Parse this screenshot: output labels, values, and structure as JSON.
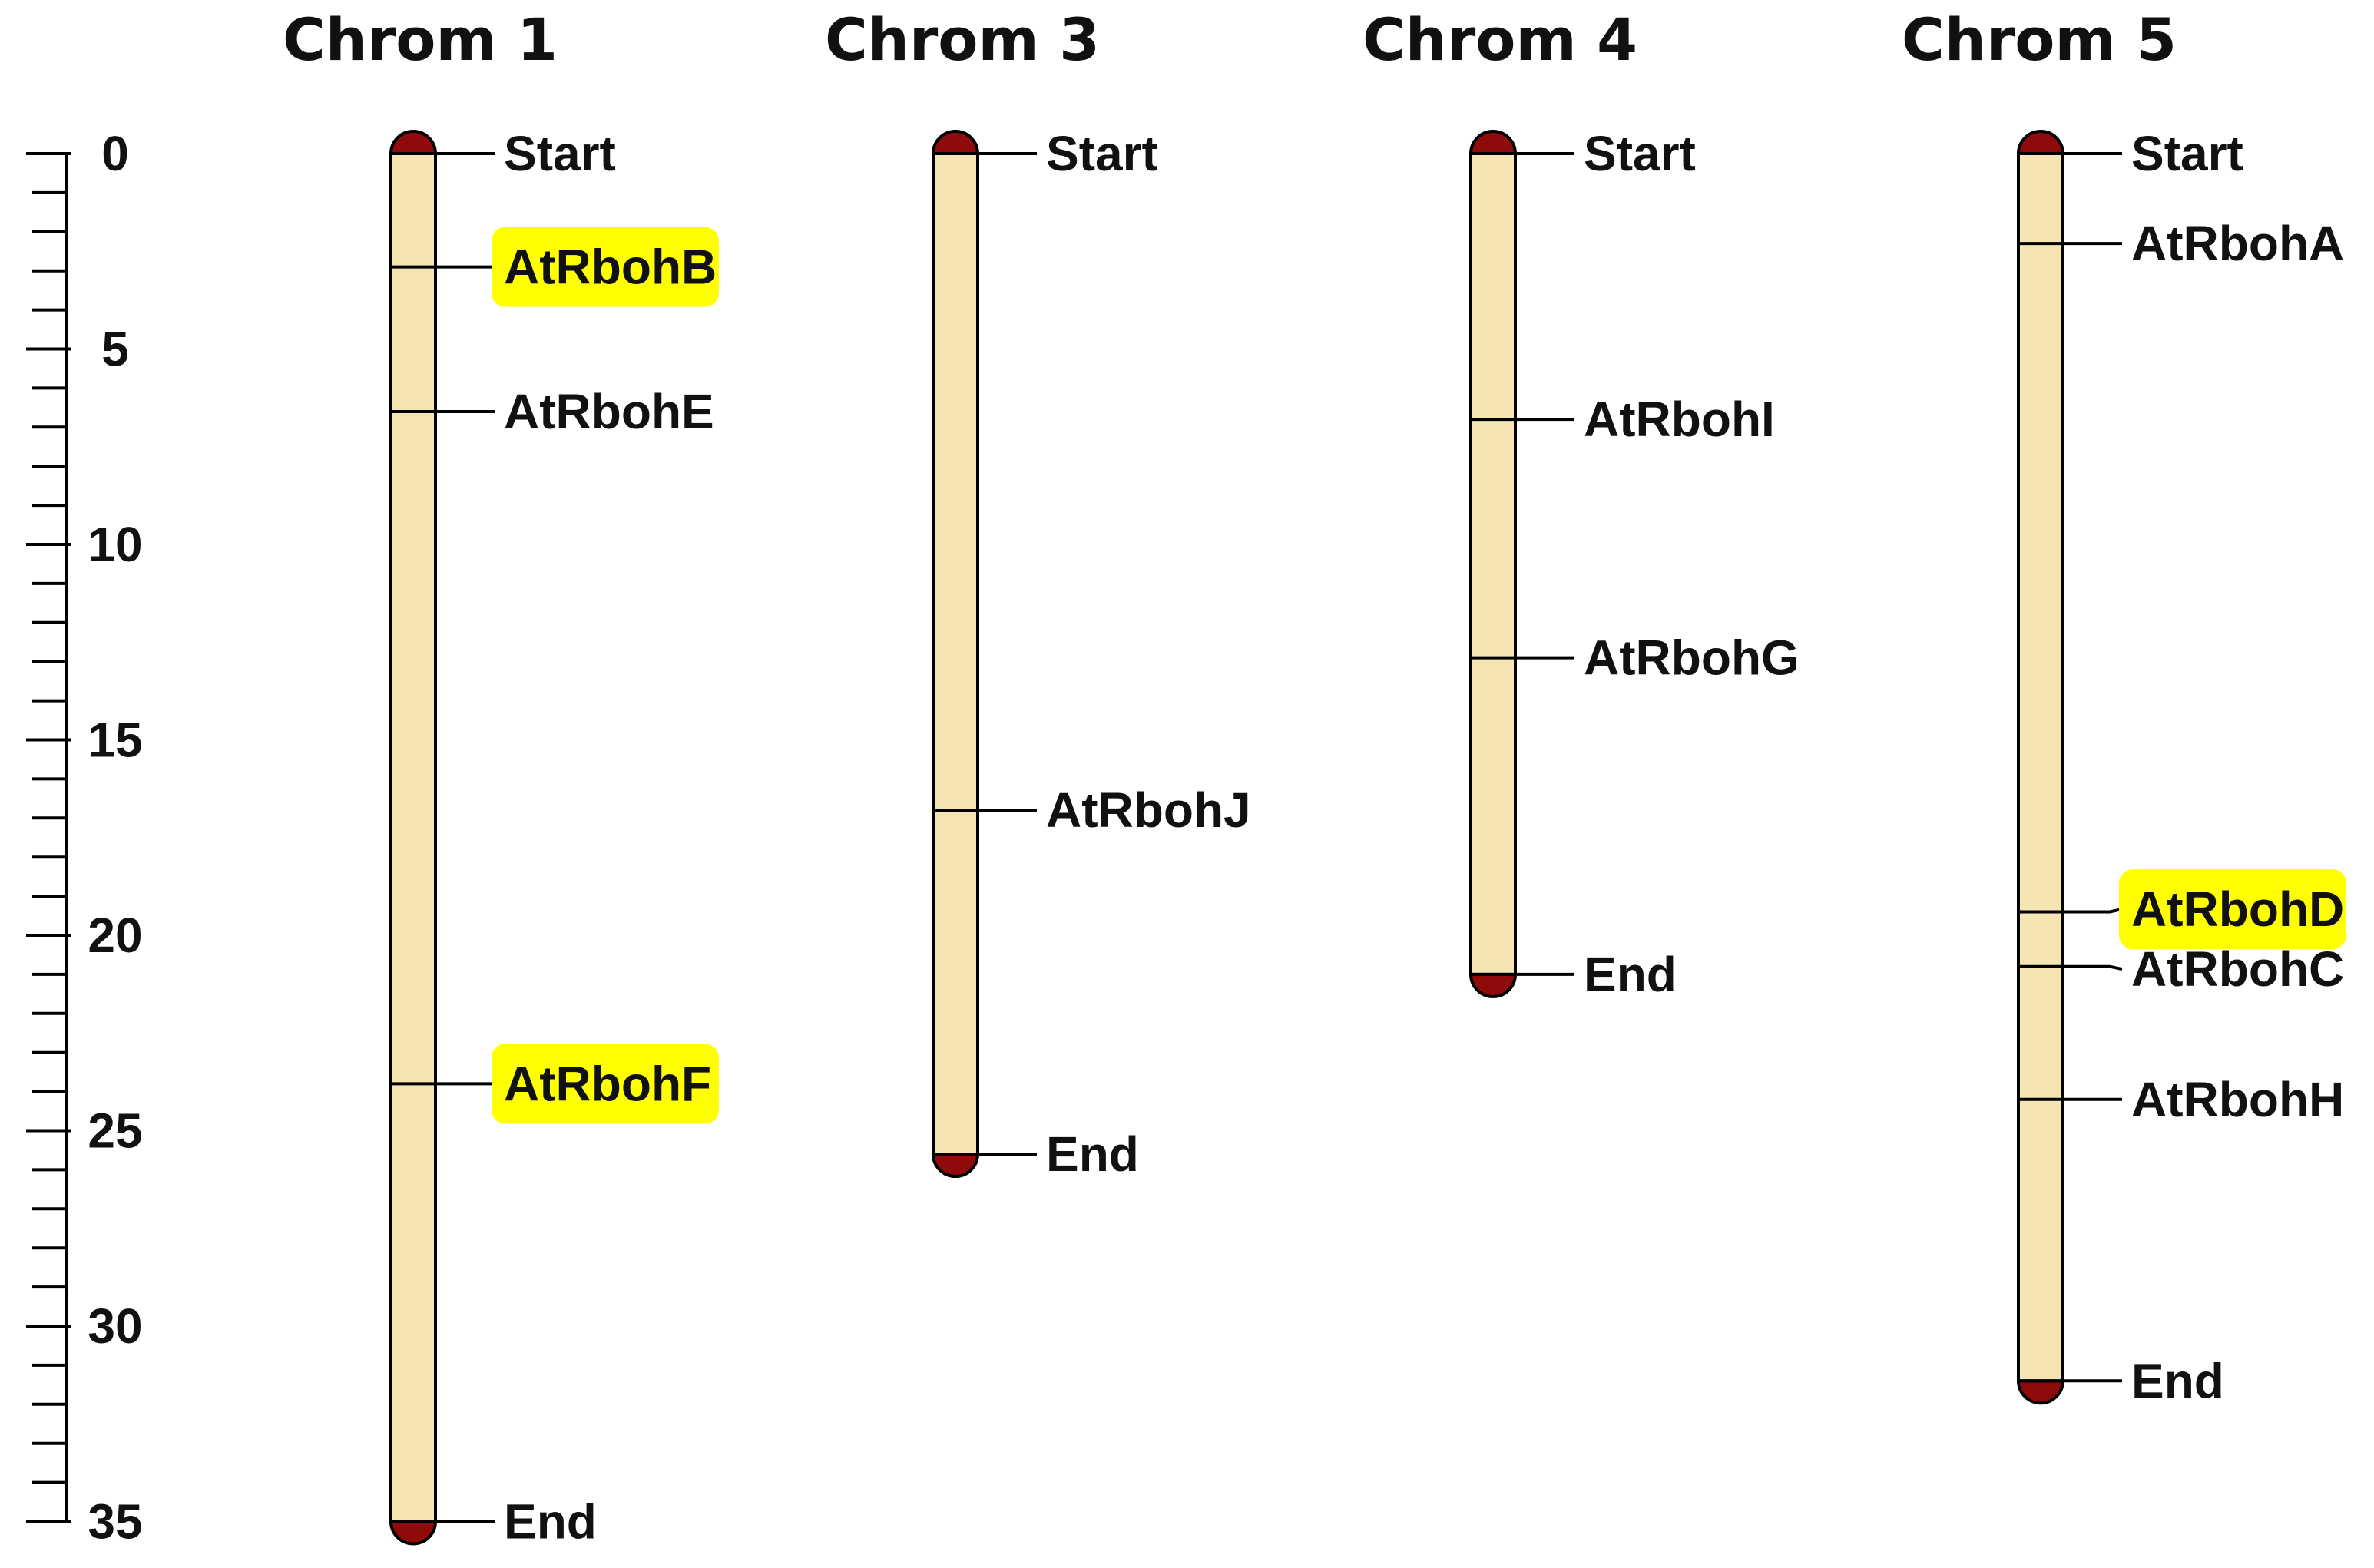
{
  "chart_data": {
    "type": "chromosome-map",
    "scale": {
      "min": 0,
      "max": 35,
      "major_ticks": [
        0,
        5,
        10,
        15,
        20,
        25,
        30,
        35
      ],
      "minor_step": 1
    },
    "colors": {
      "chromosome_body": "#f5e5b3",
      "telomere": "#8f0b0b",
      "highlight": "#ffff00",
      "outline": "#000000"
    },
    "chromosomes": [
      {
        "title": "Chrom 1",
        "length": 35,
        "markers": [
          {
            "label": "Start",
            "pos": 0,
            "highlight": false
          },
          {
            "label": "AtRbohB",
            "pos": 2.9,
            "highlight": true
          },
          {
            "label": "AtRbohE",
            "pos": 6.6,
            "highlight": false
          },
          {
            "label": "AtRbohF",
            "pos": 23.8,
            "highlight": true
          },
          {
            "label": "End",
            "pos": 35,
            "highlight": false
          }
        ]
      },
      {
        "title": "Chrom 3",
        "length": 25.6,
        "markers": [
          {
            "label": "Start",
            "pos": 0,
            "highlight": false
          },
          {
            "label": "AtRbohJ",
            "pos": 16.8,
            "highlight": false
          },
          {
            "label": "End",
            "pos": 25.6,
            "highlight": false
          }
        ]
      },
      {
        "title": "Chrom 4",
        "length": 21,
        "markers": [
          {
            "label": "Start",
            "pos": 0,
            "highlight": false
          },
          {
            "label": "AtRbohI",
            "pos": 6.8,
            "highlight": false
          },
          {
            "label": "AtRbohG",
            "pos": 12.9,
            "highlight": false
          },
          {
            "label": "End",
            "pos": 21,
            "highlight": false
          }
        ]
      },
      {
        "title": "Chrom 5",
        "length": 31.4,
        "markers": [
          {
            "label": "Start",
            "pos": 0,
            "highlight": false
          },
          {
            "label": "AtRbohA",
            "pos": 2.3,
            "highlight": false
          },
          {
            "label": "AtRbohD",
            "pos": 19.4,
            "highlight": true
          },
          {
            "label": "AtRbohC",
            "pos": 20.8,
            "highlight": false
          },
          {
            "label": "AtRbohH",
            "pos": 24.2,
            "highlight": false
          },
          {
            "label": "End",
            "pos": 31.4,
            "highlight": false
          }
        ]
      }
    ]
  }
}
